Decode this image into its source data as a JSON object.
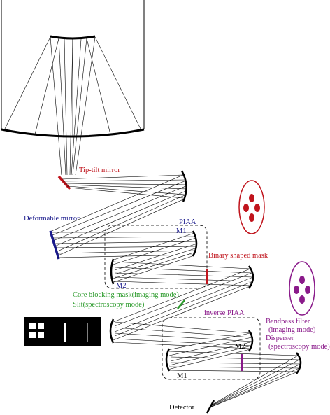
{
  "labels": {
    "tip_tilt": "Tip-tilt mirror",
    "deformable": "Deformable mirror",
    "piaa": "PIAA",
    "piaa_m1": "M1",
    "piaa_m2": "M2",
    "binary_mask": "Binary shaped mask",
    "core_mask": "Core blocking mask(imaging mode)",
    "slit": "Slit(spectroscopy mode)",
    "inverse_piaa": "inverse PIAA",
    "inv_m1": "M1",
    "inv_m2": "M2",
    "bandpass": "Bandpass filter",
    "bandpass_sub": "(imaging mode)",
    "disperser": "Disperser",
    "disperser_sub": "(spectroscopy mode)",
    "detector": "Detector"
  },
  "colors": {
    "tip_tilt": "#c0141c",
    "deformable": "#1a1a8c",
    "piaa": "#1a1a8c",
    "binary_mask": "#c0141c",
    "core_mask": "#2a9a2a",
    "inverse_piaa": "#8a1a8a",
    "bandpass": "#8a1a8a",
    "beam": "#000000"
  }
}
